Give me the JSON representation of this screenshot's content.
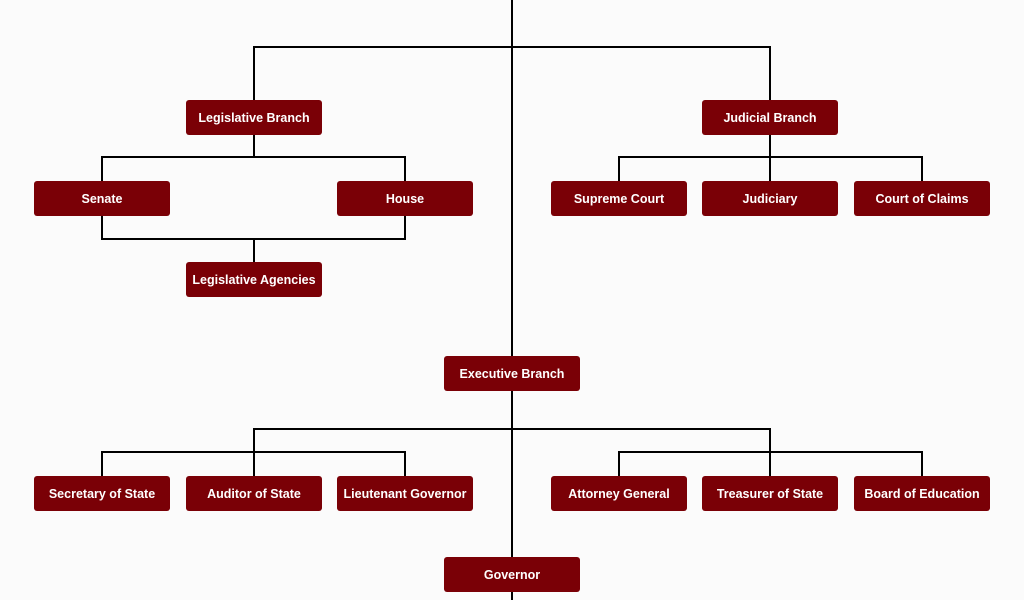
{
  "diagram": {
    "background": "#fbfbfb",
    "node_color": "#7a0006",
    "line_color": "#000000",
    "nodes": {
      "legislative": "Legislative Branch",
      "judicial": "Judicial Branch",
      "senate": "Senate",
      "house": "House",
      "legislative_agencies": "Legislative Agencies",
      "supreme_court": "Supreme Court",
      "judiciary": "Judiciary",
      "court_of_claims": "Court of Claims",
      "executive": "Executive Branch",
      "secretary_of_state": "Secretary of State",
      "auditor_of_state": "Auditor of State",
      "lieutenant_governor": "Lieutenant Governor",
      "attorney_general": "Attorney General",
      "treasurer_of_state": "Treasurer of State",
      "board_of_education": "Board of Education",
      "governor": "Governor"
    }
  }
}
